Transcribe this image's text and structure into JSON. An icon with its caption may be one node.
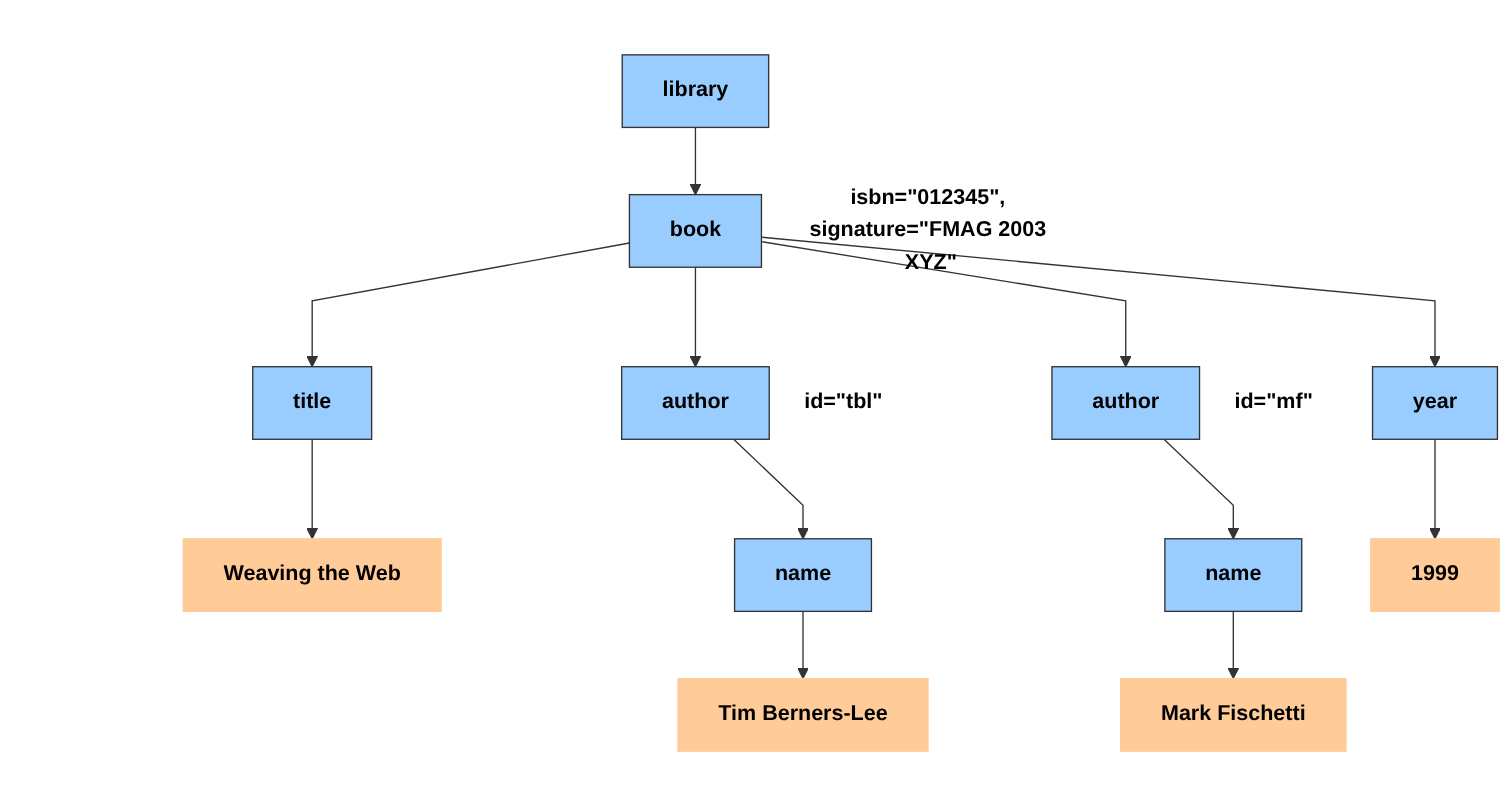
{
  "diagram": {
    "nodes": [
      {
        "text": [
          "library"
        ]
      },
      {
        "text": [
          "book"
        ],
        "beside": [
          "isbn=\"012345\", signature=\"FMAG 2003 XYZ\""
        ]
      },
      {
        "text": [
          "title"
        ]
      },
      {
        "text": [
          "author"
        ],
        "beside": [
          "id=\"tbl\""
        ]
      },
      {
        "text": [
          "author"
        ],
        "beside": [
          "id=\"mf\""
        ]
      },
      {
        "text": [
          "year"
        ]
      },
      {
        "text": [
          "Weaving the Web"
        ]
      },
      {
        "text": [
          "name"
        ]
      },
      {
        "text": [
          "name"
        ]
      },
      {
        "text": [
          "1999"
        ]
      },
      {
        "text": [
          "Tim Berners-Lee"
        ]
      },
      {
        "text": [
          "Mark Fischetti"
        ]
      }
    ],
    "edges": [
      {
        "from": 0,
        "to": 1,
        "arrow": "to"
      },
      {
        "from": 1,
        "to": 2,
        "arrow": "to"
      },
      {
        "from": 1,
        "to": 3,
        "arrow": "to"
      },
      {
        "from": 1,
        "to": 4,
        "arrow": "to"
      },
      {
        "from": 1,
        "to": 5,
        "arrow": "to"
      },
      {
        "from": 2,
        "to": 6,
        "arrow": "to"
      },
      {
        "from": 3,
        "to": 7,
        "arrow": "to"
      },
      {
        "from": 4,
        "to": 8,
        "arrow": "to"
      },
      {
        "from": 5,
        "to": 9,
        "arrow": "to"
      },
      {
        "from": 7,
        "to": 10,
        "arrow": "to"
      },
      {
        "from": 8,
        "to": 11,
        "arrow": "to"
      }
    ]
  }
}
